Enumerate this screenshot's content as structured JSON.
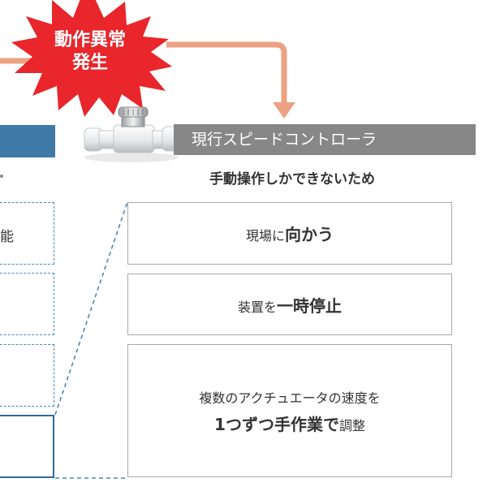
{
  "burst": {
    "line1": "動作異常",
    "line2": "発生",
    "color": "#e8262b"
  },
  "arrow_color": "#eca282",
  "current_bar": {
    "label": "現行スピードコントローラ",
    "color": "#878787"
  },
  "subtitle": "手動操作しかできないため",
  "steps": [
    {
      "normal1": "現場に",
      "bold1": "向かう"
    },
    {
      "normal1": "装置を",
      "bold1": "一時停止"
    },
    {
      "line1": "複数のアクチュエータの速度を",
      "bold2": "1つずつ手作業で",
      "normal2": "調整"
    }
  ],
  "left_panel": {
    "partial_text": "能",
    "header_color": "#3f79a8"
  },
  "icons": {
    "valve": "speed-controller-valve-icon"
  }
}
